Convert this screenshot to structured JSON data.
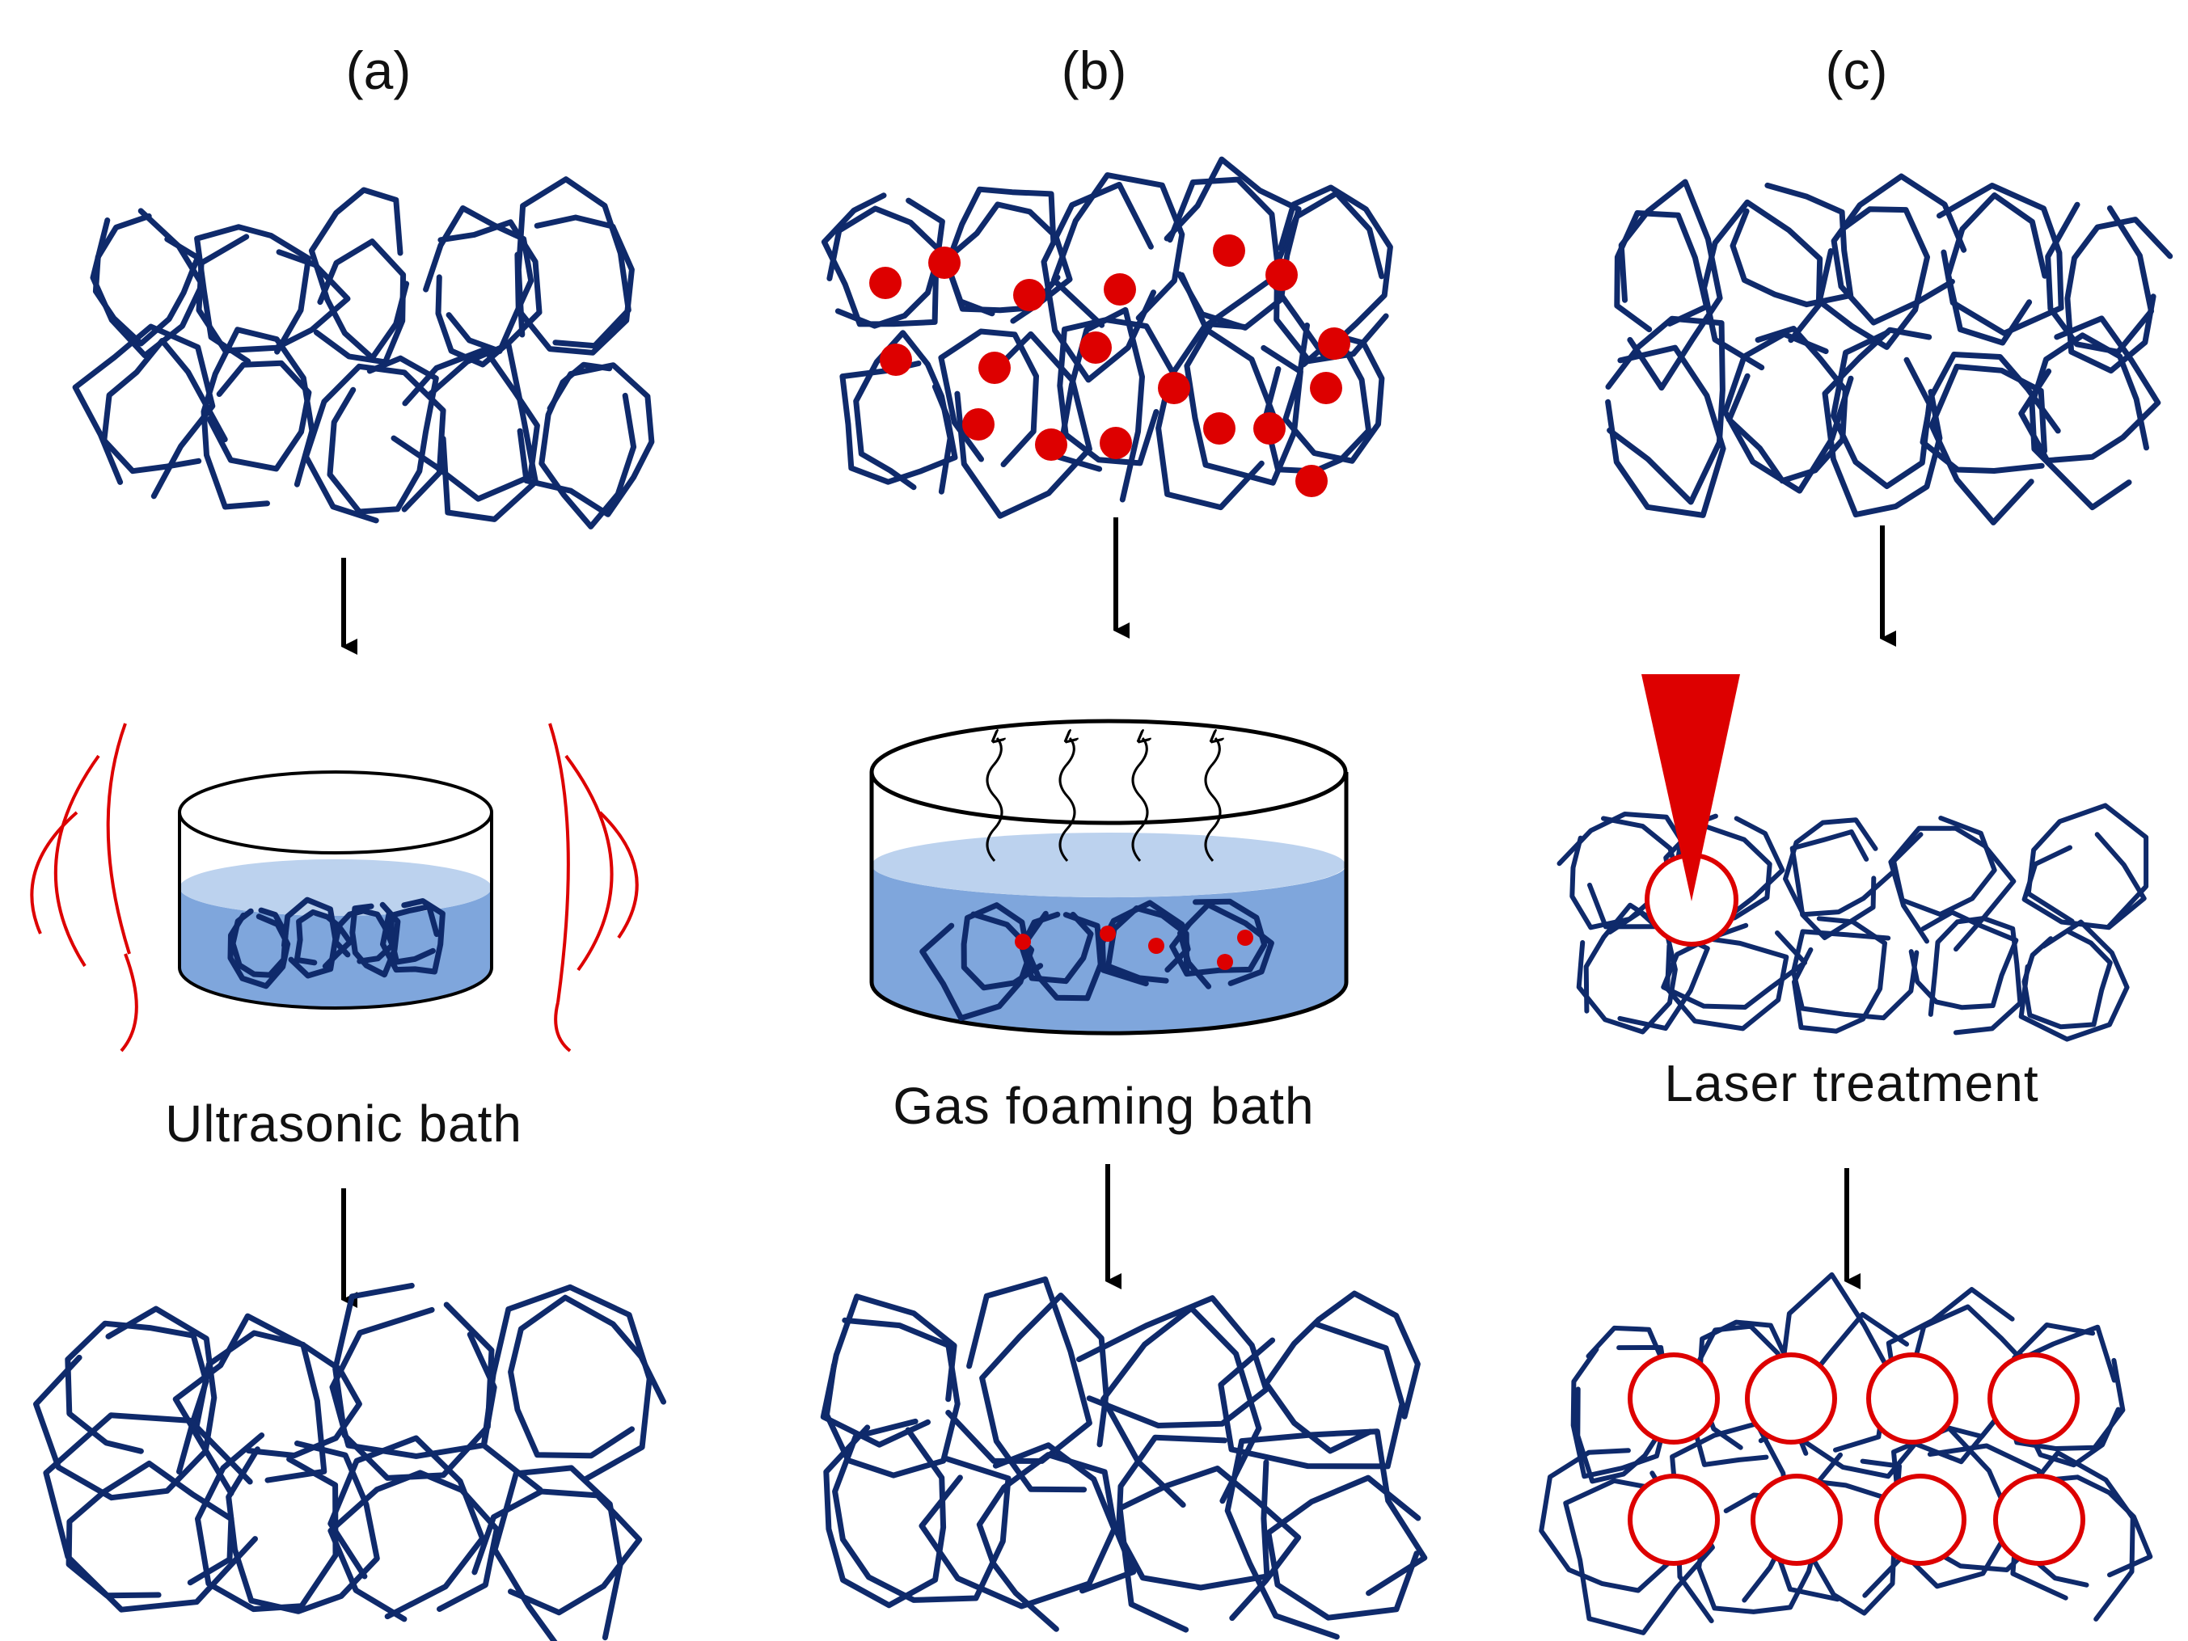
{
  "panels": [
    {
      "id": "a",
      "label": "(a)",
      "process": "Ultrasonic bath"
    },
    {
      "id": "b",
      "label": "(b)",
      "process": "Gas foaming bath"
    },
    {
      "id": "c",
      "label": "(c)",
      "process": "Laser treatment"
    }
  ],
  "colors": {
    "fiber": "#0f2a6b",
    "accent_red": "#dd0000",
    "liquid_top": "#bcd2ee",
    "liquid_body": "#7fa6dc",
    "arrow": "#000000"
  },
  "icons": [
    "fiber-scaffold-icon",
    "porogen-particle-icon",
    "beaker-icon",
    "ultrasound-wave-icon",
    "gas-bubble-arrow-icon",
    "laser-beam-icon",
    "pore-ring-icon",
    "down-arrow-icon"
  ]
}
